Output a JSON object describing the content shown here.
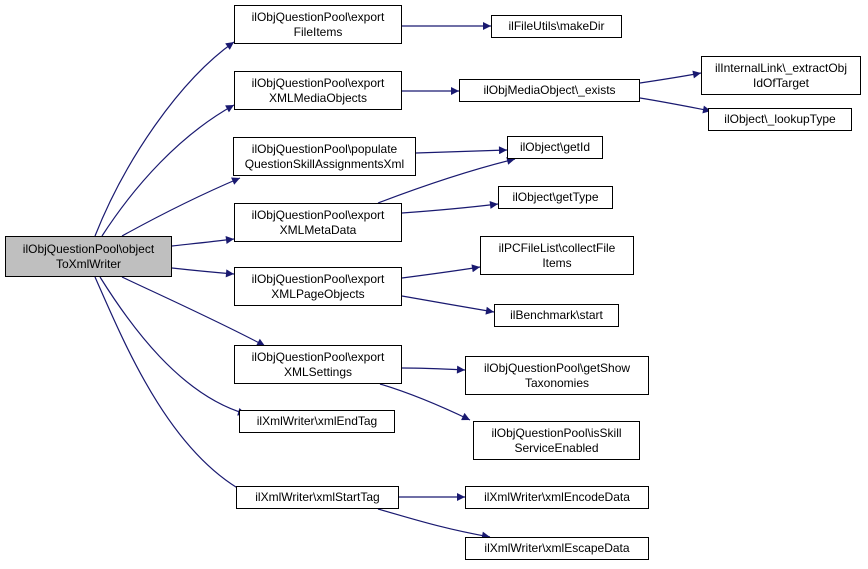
{
  "diagram": {
    "type": "call-graph",
    "edge_color": "#191970",
    "root_fill": "#bfbfbf",
    "node_fill": "#ffffff",
    "nodes": [
      {
        "id": "root",
        "lines": [
          "ilObjQuestionPool\\object",
          "ToXmlWriter"
        ],
        "root": true
      },
      {
        "id": "exportFileItems",
        "lines": [
          "ilObjQuestionPool\\export",
          "FileItems"
        ]
      },
      {
        "id": "exportXMLMediaObjects",
        "lines": [
          "ilObjQuestionPool\\export",
          "XMLMediaObjects"
        ]
      },
      {
        "id": "populateQSA",
        "lines": [
          "ilObjQuestionPool\\populate",
          "QuestionSkillAssignmentsXml"
        ]
      },
      {
        "id": "exportXMLMetaData",
        "lines": [
          "ilObjQuestionPool\\export",
          "XMLMetaData"
        ]
      },
      {
        "id": "exportXMLPageObjects",
        "lines": [
          "ilObjQuestionPool\\export",
          "XMLPageObjects"
        ]
      },
      {
        "id": "exportXMLSettings",
        "lines": [
          "ilObjQuestionPool\\export",
          "XMLSettings"
        ]
      },
      {
        "id": "xmlEndTag",
        "lines": [
          "ilXmlWriter\\xmlEndTag"
        ]
      },
      {
        "id": "xmlStartTag",
        "lines": [
          "ilXmlWriter\\xmlStartTag"
        ]
      },
      {
        "id": "makeDir",
        "lines": [
          "ilFileUtils\\makeDir"
        ]
      },
      {
        "id": "mediaExists",
        "lines": [
          "ilObjMediaObject\\_exists"
        ]
      },
      {
        "id": "extractObj",
        "lines": [
          "ilInternalLink\\_extractObj",
          "IdOfTarget"
        ]
      },
      {
        "id": "lookupType",
        "lines": [
          "ilObject\\_lookupType"
        ]
      },
      {
        "id": "getId",
        "lines": [
          "ilObject\\getId"
        ]
      },
      {
        "id": "getType",
        "lines": [
          "ilObject\\getType"
        ]
      },
      {
        "id": "collectFileItems",
        "lines": [
          "ilPCFileList\\collectFile",
          "Items"
        ]
      },
      {
        "id": "benchStart",
        "lines": [
          "ilBenchmark\\start"
        ]
      },
      {
        "id": "getShowTax",
        "lines": [
          "ilObjQuestionPool\\getShow",
          "Taxonomies"
        ]
      },
      {
        "id": "isSkill",
        "lines": [
          "ilObjQuestionPool\\isSkill",
          "ServiceEnabled"
        ]
      },
      {
        "id": "encodeData",
        "lines": [
          "ilXmlWriter\\xmlEncodeData"
        ]
      },
      {
        "id": "escapeData",
        "lines": [
          "ilXmlWriter\\xmlEscapeData"
        ]
      }
    ],
    "edges": [
      {
        "from": "root",
        "to": "exportFileItems"
      },
      {
        "from": "root",
        "to": "exportXMLMediaObjects"
      },
      {
        "from": "root",
        "to": "populateQSA"
      },
      {
        "from": "root",
        "to": "exportXMLMetaData"
      },
      {
        "from": "root",
        "to": "exportXMLPageObjects"
      },
      {
        "from": "root",
        "to": "exportXMLSettings"
      },
      {
        "from": "root",
        "to": "xmlEndTag"
      },
      {
        "from": "root",
        "to": "xmlStartTag"
      },
      {
        "from": "exportFileItems",
        "to": "makeDir"
      },
      {
        "from": "exportXMLMediaObjects",
        "to": "mediaExists"
      },
      {
        "from": "mediaExists",
        "to": "extractObj"
      },
      {
        "from": "mediaExists",
        "to": "lookupType"
      },
      {
        "from": "populateQSA",
        "to": "getId"
      },
      {
        "from": "exportXMLMetaData",
        "to": "getId"
      },
      {
        "from": "exportXMLMetaData",
        "to": "getType"
      },
      {
        "from": "exportXMLPageObjects",
        "to": "collectFileItems"
      },
      {
        "from": "exportXMLPageObjects",
        "to": "benchStart"
      },
      {
        "from": "exportXMLSettings",
        "to": "getShowTax"
      },
      {
        "from": "exportXMLSettings",
        "to": "isSkill"
      },
      {
        "from": "xmlStartTag",
        "to": "encodeData"
      },
      {
        "from": "xmlStartTag",
        "to": "escapeData"
      }
    ]
  }
}
